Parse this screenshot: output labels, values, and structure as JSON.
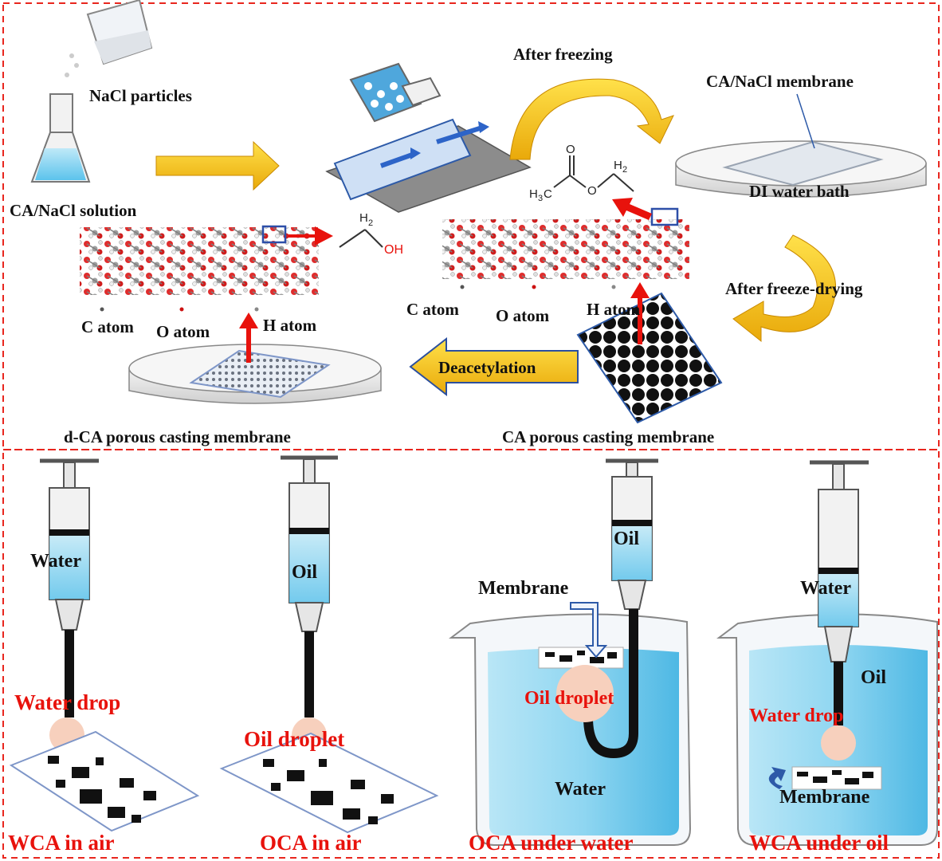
{
  "top": {
    "nacl_particles": "NaCl particles",
    "ca_nacl_solution": "CA/NaCl solution",
    "after_freezing": "After freezing",
    "ca_nacl_membrane": "CA/NaCl  membrane",
    "di_water_bath": "DI water bath",
    "after_freeze_drying": "After freeze-drying",
    "deacetylation": "Deacetylation",
    "dca_membrane": "d-CA porous casting membrane",
    "ca_membrane": "CA porous casting membrane",
    "left_atoms": {
      "c": "C atom",
      "o": "O atom",
      "h": "H atom"
    },
    "right_atoms": {
      "c": "C atom",
      "o": "O atom",
      "h": "H atom"
    },
    "chem_oh": {
      "h2": "H",
      "sub2": "2",
      "oh": "OH"
    },
    "chem_acetyl": {
      "o": "O",
      "h3c": "H",
      "sub3": "3",
      "c": "C",
      "o2": "O",
      "h2": "H",
      "sub2": "2"
    }
  },
  "bottom": {
    "panels": [
      {
        "syringe_fluid": "Water",
        "drop_label": "Water drop",
        "caption": "WCA in air"
      },
      {
        "syringe_fluid": "Oil",
        "drop_label": "Oil droplet",
        "caption": "OCA in air"
      },
      {
        "syringe_fluid": "Oil",
        "drop_label": "Oil droplet",
        "caption": "OCA under water",
        "membrane": "Membrane",
        "medium": "Water"
      },
      {
        "syringe_fluid": "Water",
        "drop_label": "Water drop",
        "caption": "WCA under oil",
        "membrane": "Membrane",
        "medium": "Oil"
      }
    ]
  },
  "colors": {
    "frame": "#e8261e",
    "arrow_yellow": "#f5c518",
    "arrow_outline": "#2b4f9e",
    "water": "#7fd0f0",
    "drop": "#f7d0bd",
    "label_red": "#e8120c"
  }
}
